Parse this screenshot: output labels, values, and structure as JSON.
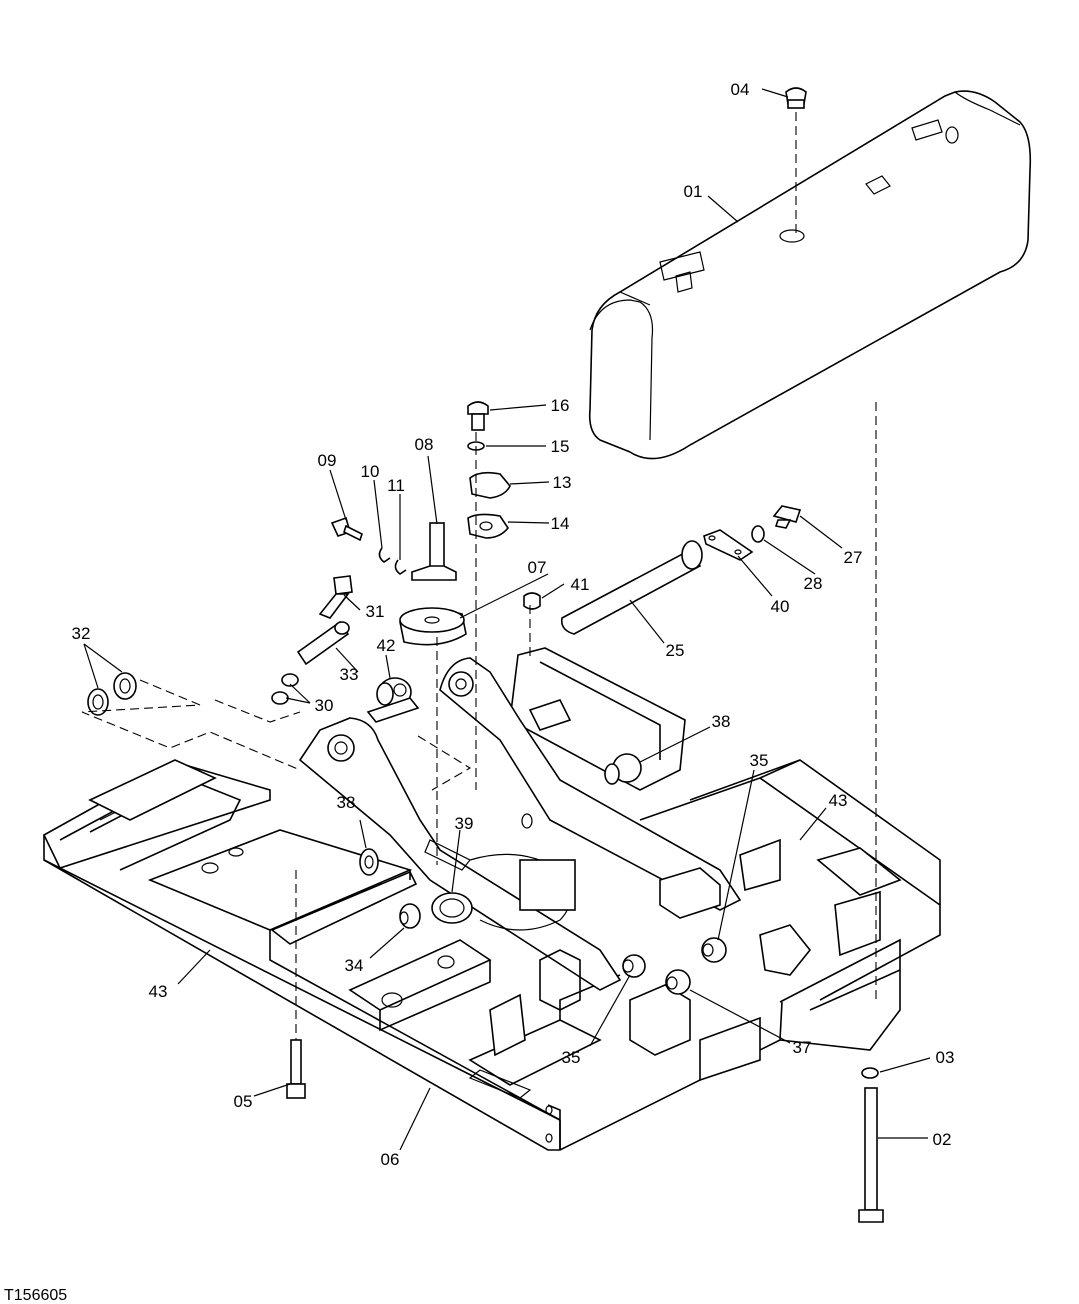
{
  "figure_id": "T156605",
  "callouts": {
    "c01": "01",
    "c02": "02",
    "c03": "03",
    "c04": "04",
    "c05": "05",
    "c06": "06",
    "c07": "07",
    "c08": "08",
    "c09": "09",
    "c10": "10",
    "c11": "11",
    "c13": "13",
    "c14": "14",
    "c15": "15",
    "c16": "16",
    "c25": "25",
    "c27": "27",
    "c28": "28",
    "c30": "30",
    "c31": "31",
    "c32": "32",
    "c33": "33",
    "c34": "34",
    "c35a": "35",
    "c35b": "35",
    "c37": "37",
    "c38a": "38",
    "c38b": "38",
    "c39": "39",
    "c40": "40",
    "c41": "41",
    "c42": "42",
    "c43a": "43",
    "c43b": "43"
  }
}
